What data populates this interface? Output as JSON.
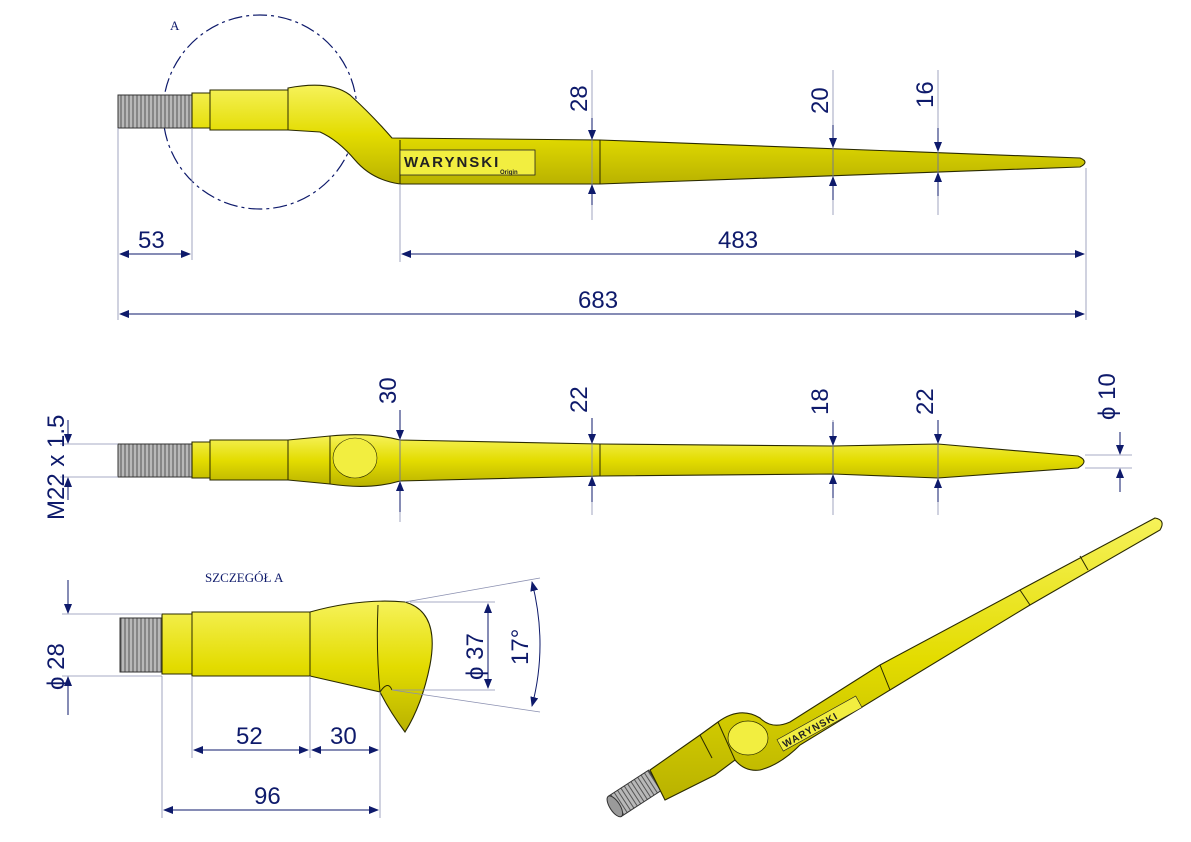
{
  "labels": {
    "detail_circle": "A",
    "detail_title": "SZCZEGÓŁ A",
    "brand": "WARYNSKI",
    "brand_sub": "Origin"
  },
  "dimensions": {
    "top": {
      "h_53": "53",
      "h_483": "483",
      "h_683": "683",
      "v_28": "28",
      "v_20": "20",
      "v_16": "16"
    },
    "side": {
      "thread": "M22 x 1.5",
      "v_30": "30",
      "v_22a": "22",
      "v_18": "18",
      "v_22b": "22",
      "tip_dia": "ϕ 10"
    },
    "detail": {
      "dia_28": "ϕ 28",
      "dia_37": "ϕ 37",
      "angle": "17°",
      "h_52": "52",
      "h_30": "30",
      "h_96": "96"
    }
  },
  "colors": {
    "part": "#e6e000",
    "dimension": "#0e1a6b",
    "thread": "#9a9a9a"
  }
}
